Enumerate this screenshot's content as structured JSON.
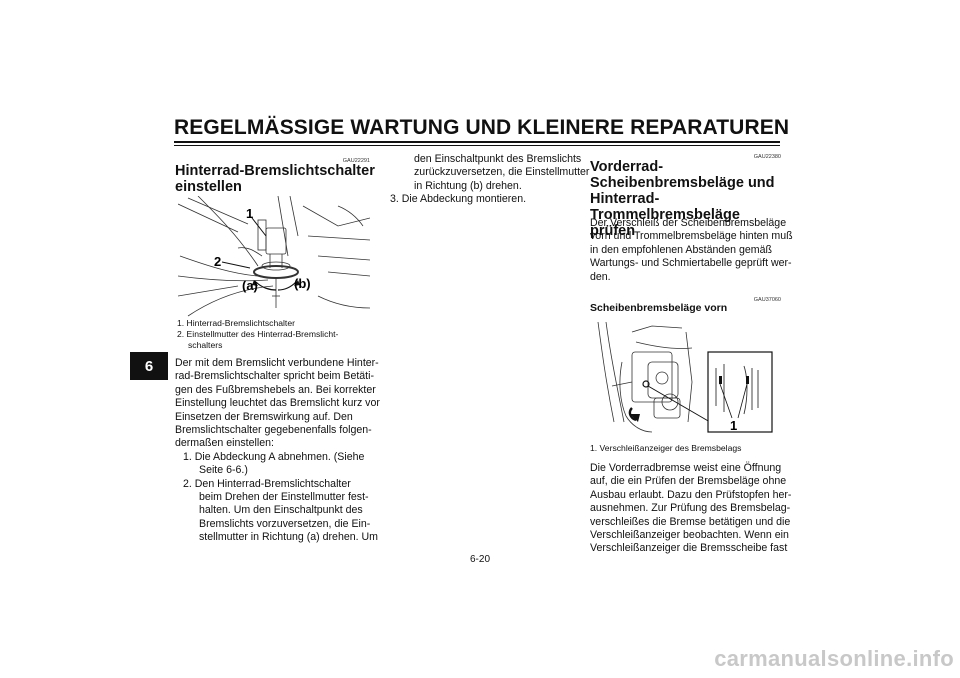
{
  "header": {
    "title": "REGELMÄSSIGE WARTUNG UND KLEINERE REPARATUREN",
    "chapter_tab": "6"
  },
  "col1": {
    "code": "GAU22291",
    "heading": "Hinterrad-Bremslichtschalter einstellen",
    "figure": {
      "label_1": "1",
      "label_2": "2",
      "label_a": "(a)",
      "label_b": "(b)"
    },
    "caption": [
      "1. Hinterrad-Bremslichtschalter",
      "2. Einstellmutter des Hinterrad-Bremslicht-",
      "schalters"
    ],
    "body": [
      "Der mit dem Bremslicht verbundene Hinter-",
      "rad-Bremslichtschalter spricht beim Betäti-",
      "gen des Fußbremshebels an. Bei korrekter",
      "Einstellung leuchtet das Bremslicht kurz vor",
      "Einsetzen der Bremswirkung auf. Den",
      "Bremslichtschalter gegebenenfalls folgen-",
      "dermaßen einstellen:",
      "1. Die Abdeckung A abnehmen. (Siehe",
      "Seite 6-6.)",
      "2. Den Hinterrad-Bremslichtschalter",
      "beim Drehen der Einstellmutter fest-",
      "halten. Um den Einschaltpunkt des",
      "Bremslichts vorzuversetzen, die Ein-",
      "stellmutter in Richtung (a) drehen. Um"
    ]
  },
  "col2": {
    "body": [
      "den Einschaltpunkt des Bremslichts",
      "zurückzuversetzen, die Einstellmutter",
      "in Richtung (b) drehen.",
      "3. Die Abdeckung montieren."
    ]
  },
  "col3": {
    "code": "GAU22380",
    "heading": [
      "Vorderrad-",
      "Scheibenbremsbeläge und",
      "Hinterrad-Trommelbremsbeläge",
      "prüfen"
    ],
    "intro": [
      "Der Verschleiß der Scheibenbremsbeläge",
      "vorn und Trommelbremsbeläge hinten muß",
      "in den empfohlenen Abständen gemäß",
      "Wartungs- und Schmiertabelle geprüft wer-",
      "den."
    ],
    "sub_code": "GAU37060",
    "subheading": "Scheibenbremsbeläge vorn",
    "figure": {
      "label_1": "1"
    },
    "caption": "1. Verschleißanzeiger des Bremsbelags",
    "body": [
      "Die Vorderradbremse weist eine Öffnung",
      "auf, die ein Prüfen der Bremsbeläge ohne",
      "Ausbau erlaubt. Dazu den Prüfstopfen her-",
      "ausnehmen. Zur Prüfung des Bremsbelag-",
      "verschleißes die Bremse betätigen und die",
      "Verschleißanzeiger beobachten. Wenn ein",
      "Verschleißanzeiger die Bremsscheibe fast"
    ]
  },
  "footer": {
    "page_number": "6-20",
    "watermark": "carmanualsonline.info"
  }
}
